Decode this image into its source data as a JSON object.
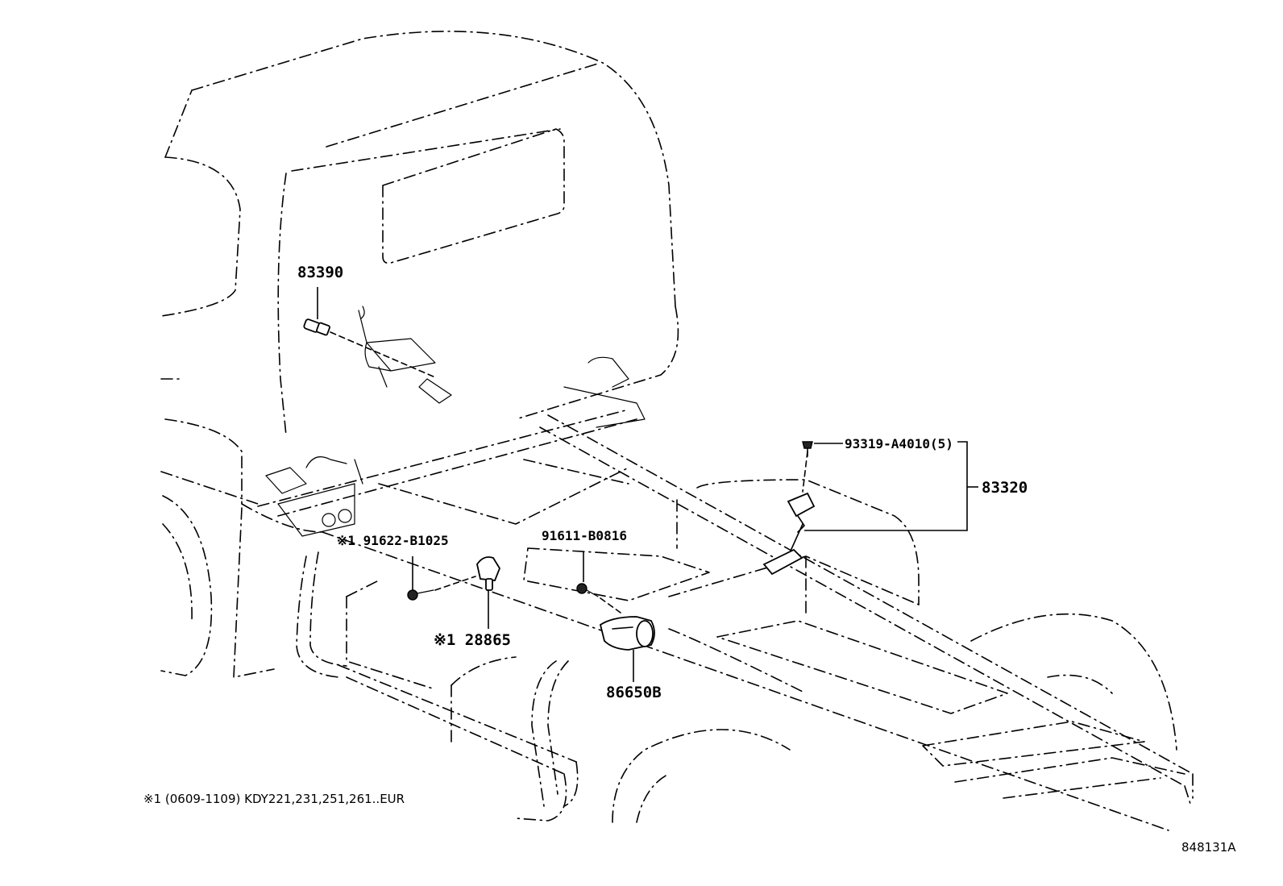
{
  "labels": {
    "p83390": "83390",
    "p93319": "93319-A4010(5)",
    "p83320": "83320",
    "p91622": "※1 91622-B1025",
    "p91611": "91611-B0816",
    "p28865": "※1 28865",
    "p86650": "86650B"
  },
  "footnote": "※1 (0609-1109) KDY221,231,251,261..EUR",
  "drawing_number": "848131A"
}
